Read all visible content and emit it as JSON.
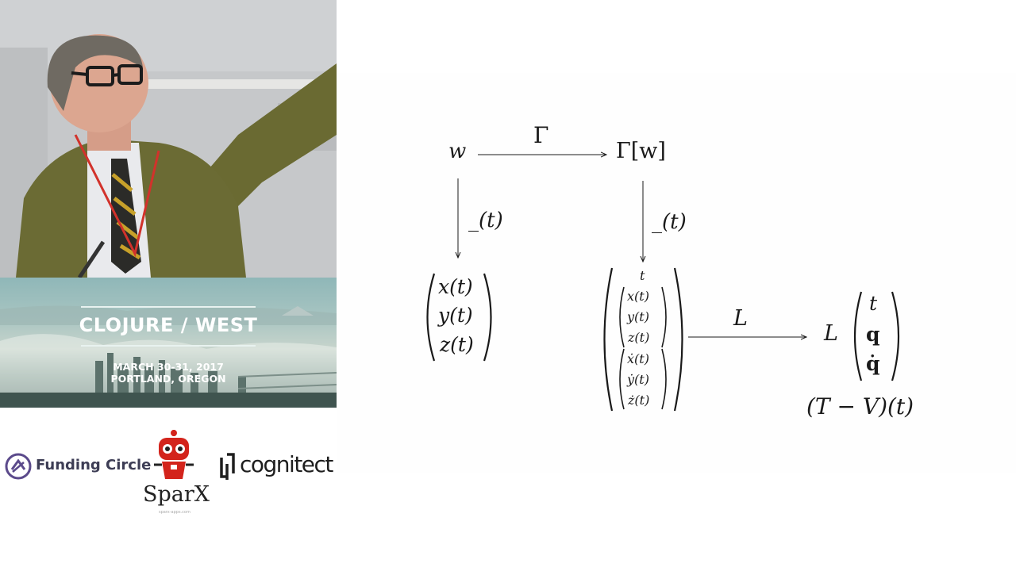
{
  "conference": {
    "title": "CLOJURE / WEST",
    "date": "MARCH 30-31, 2017",
    "location": "PORTLAND, OREGON"
  },
  "sponsors": {
    "funding_circle": "Funding Circle",
    "sparx": "SparX",
    "sparx_url": "sparx-apps.com",
    "cognitect": "cognitect"
  },
  "diagram": {
    "w": "w",
    "gamma": "Γ",
    "gamma_w": "Γ[w]",
    "eval_t_left": "_(t)",
    "eval_t_right": "_(t)",
    "xyz": [
      "x(t)",
      "y(t)",
      "z(t)"
    ],
    "state": [
      "t",
      "x(t)",
      "y(t)",
      "z(t)",
      "ẋ(t)",
      "ẏ(t)",
      "ż(t)"
    ],
    "L_arrow": "L",
    "L_func": "L",
    "L_args": [
      "t",
      "q",
      "q̇"
    ],
    "result": "(T − V)(t)"
  },
  "colors": {
    "ink": "#1a1a1a",
    "banner_text": "#ffffff",
    "funding_circle_purple": "#5b4a8b",
    "sparx_red": "#d3241c"
  }
}
